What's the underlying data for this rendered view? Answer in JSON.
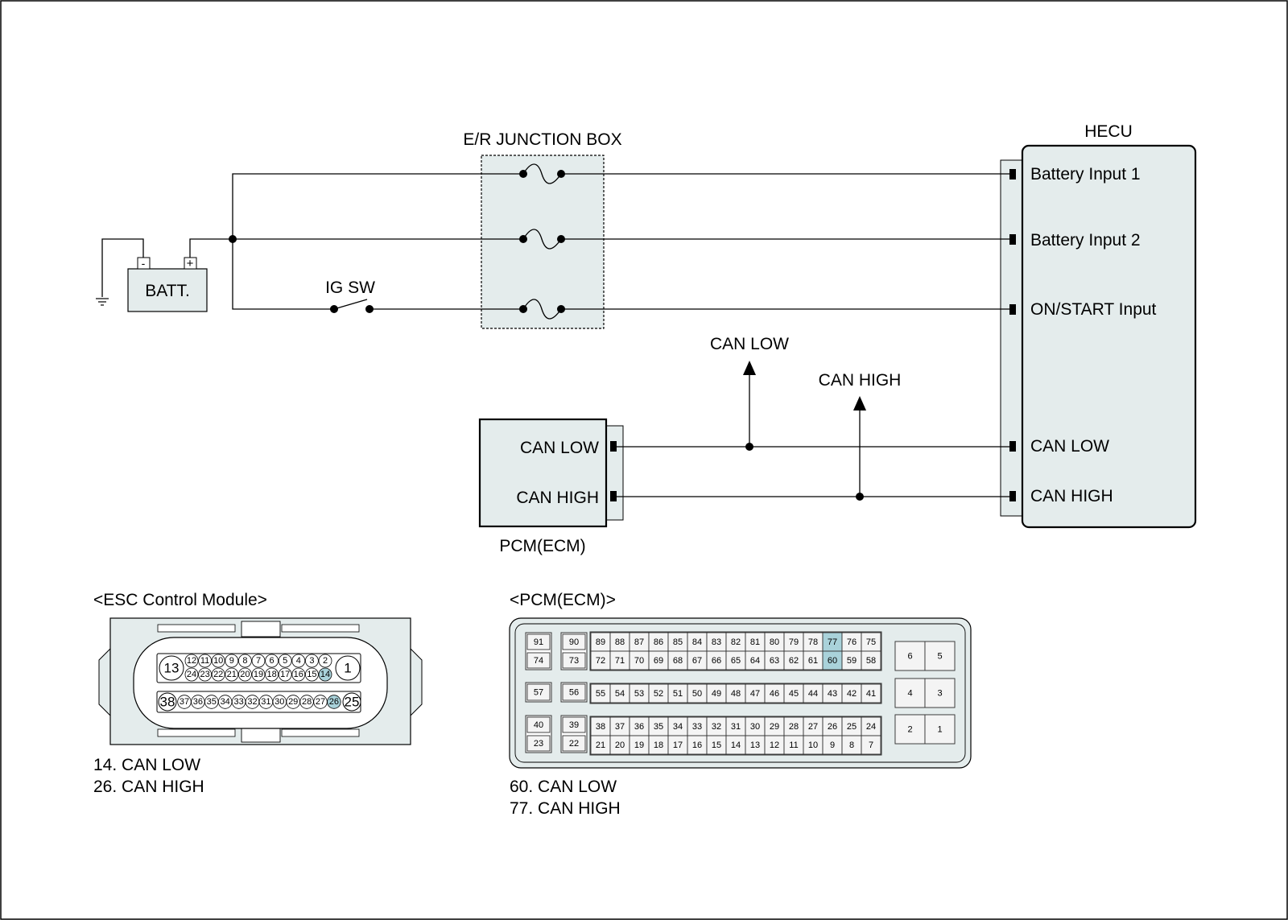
{
  "labels": {
    "junction_box": "E/R JUNCTION BOX",
    "hecu": "HECU",
    "battery": "BATT.",
    "batt_neg": "-",
    "batt_pos": "+",
    "ig_switch": "IG SW",
    "can_low_arrow": "CAN LOW",
    "can_high_arrow": "CAN HIGH",
    "pcm_name": "PCM(ECM)"
  },
  "hecu_pins": {
    "battery_input_1": "Battery Input 1",
    "battery_input_2": "Battery Input 2",
    "on_start_input": "ON/START Input",
    "can_low": "CAN LOW",
    "can_high": "CAN HIGH"
  },
  "pcm_pins": {
    "can_low": "CAN LOW",
    "can_high": "CAN HIGH"
  },
  "esc_connector": {
    "title": "<ESC Control Module>",
    "big_pins": [
      "13",
      "1",
      "38",
      "25"
    ],
    "row1": [
      "12",
      "11",
      "10",
      "9",
      "8",
      "7",
      "6",
      "5",
      "4",
      "3",
      "2"
    ],
    "row2": [
      "24",
      "23",
      "22",
      "21",
      "20",
      "19",
      "18",
      "17",
      "16",
      "15",
      "14"
    ],
    "row3": [
      "37",
      "36",
      "35",
      "34",
      "33",
      "32",
      "31",
      "30",
      "29",
      "28",
      "27",
      "26"
    ],
    "highlighted": [
      "14",
      "26"
    ],
    "legend": [
      "14. CAN LOW",
      "26. CAN HIGH"
    ]
  },
  "pcm_connector": {
    "title": "<PCM(ECM)>",
    "left_single": [
      [
        "91",
        "74"
      ],
      [
        "57"
      ],
      [
        "40",
        "23"
      ]
    ],
    "left_double": [
      [
        "90",
        "73"
      ],
      [
        "56"
      ],
      [
        "39",
        "22"
      ]
    ],
    "block_row1": [
      "89",
      "88",
      "87",
      "86",
      "85",
      "84",
      "83",
      "82",
      "81",
      "80",
      "79",
      "78",
      "77",
      "76",
      "75"
    ],
    "block_row2": [
      "72",
      "71",
      "70",
      "69",
      "68",
      "67",
      "66",
      "65",
      "64",
      "63",
      "62",
      "61",
      "60",
      "59",
      "58"
    ],
    "block_row3": [
      "55",
      "54",
      "53",
      "52",
      "51",
      "50",
      "49",
      "48",
      "47",
      "46",
      "45",
      "44",
      "43",
      "42",
      "41"
    ],
    "block_row4": [
      "38",
      "37",
      "36",
      "35",
      "34",
      "33",
      "32",
      "31",
      "30",
      "29",
      "28",
      "27",
      "26",
      "25",
      "24"
    ],
    "block_row5": [
      "21",
      "20",
      "19",
      "18",
      "17",
      "16",
      "15",
      "14",
      "13",
      "12",
      "11",
      "10",
      "9",
      "8",
      "7"
    ],
    "right_pairs": [
      [
        "6",
        "5"
      ],
      [
        "4",
        "3"
      ],
      [
        "2",
        "1"
      ]
    ],
    "highlighted": [
      "77",
      "60"
    ],
    "legend": [
      "60. CAN LOW",
      "77. CAN HIGH"
    ]
  },
  "colors": {
    "module_fill": "#e4ecec",
    "highlight": "#a9d2da",
    "line": "#000000"
  }
}
